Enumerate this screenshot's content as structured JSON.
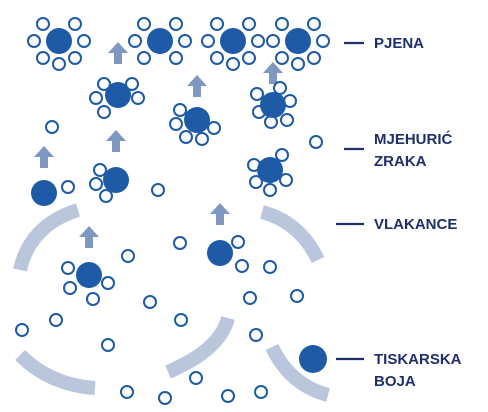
{
  "labels": {
    "foam": "PJENA",
    "air_bubble_line1": "MJEHURIĆ",
    "air_bubble_line2": "ZRAKA",
    "fiber": "VLAKANCE",
    "ink_line1": "TISKARSKA",
    "ink_line2": "BOJA"
  },
  "colors": {
    "ink": "#1f5aa6",
    "fiber": "#b9c6dc",
    "arrow": "#7f98c2",
    "label": "#1f2f6b"
  }
}
